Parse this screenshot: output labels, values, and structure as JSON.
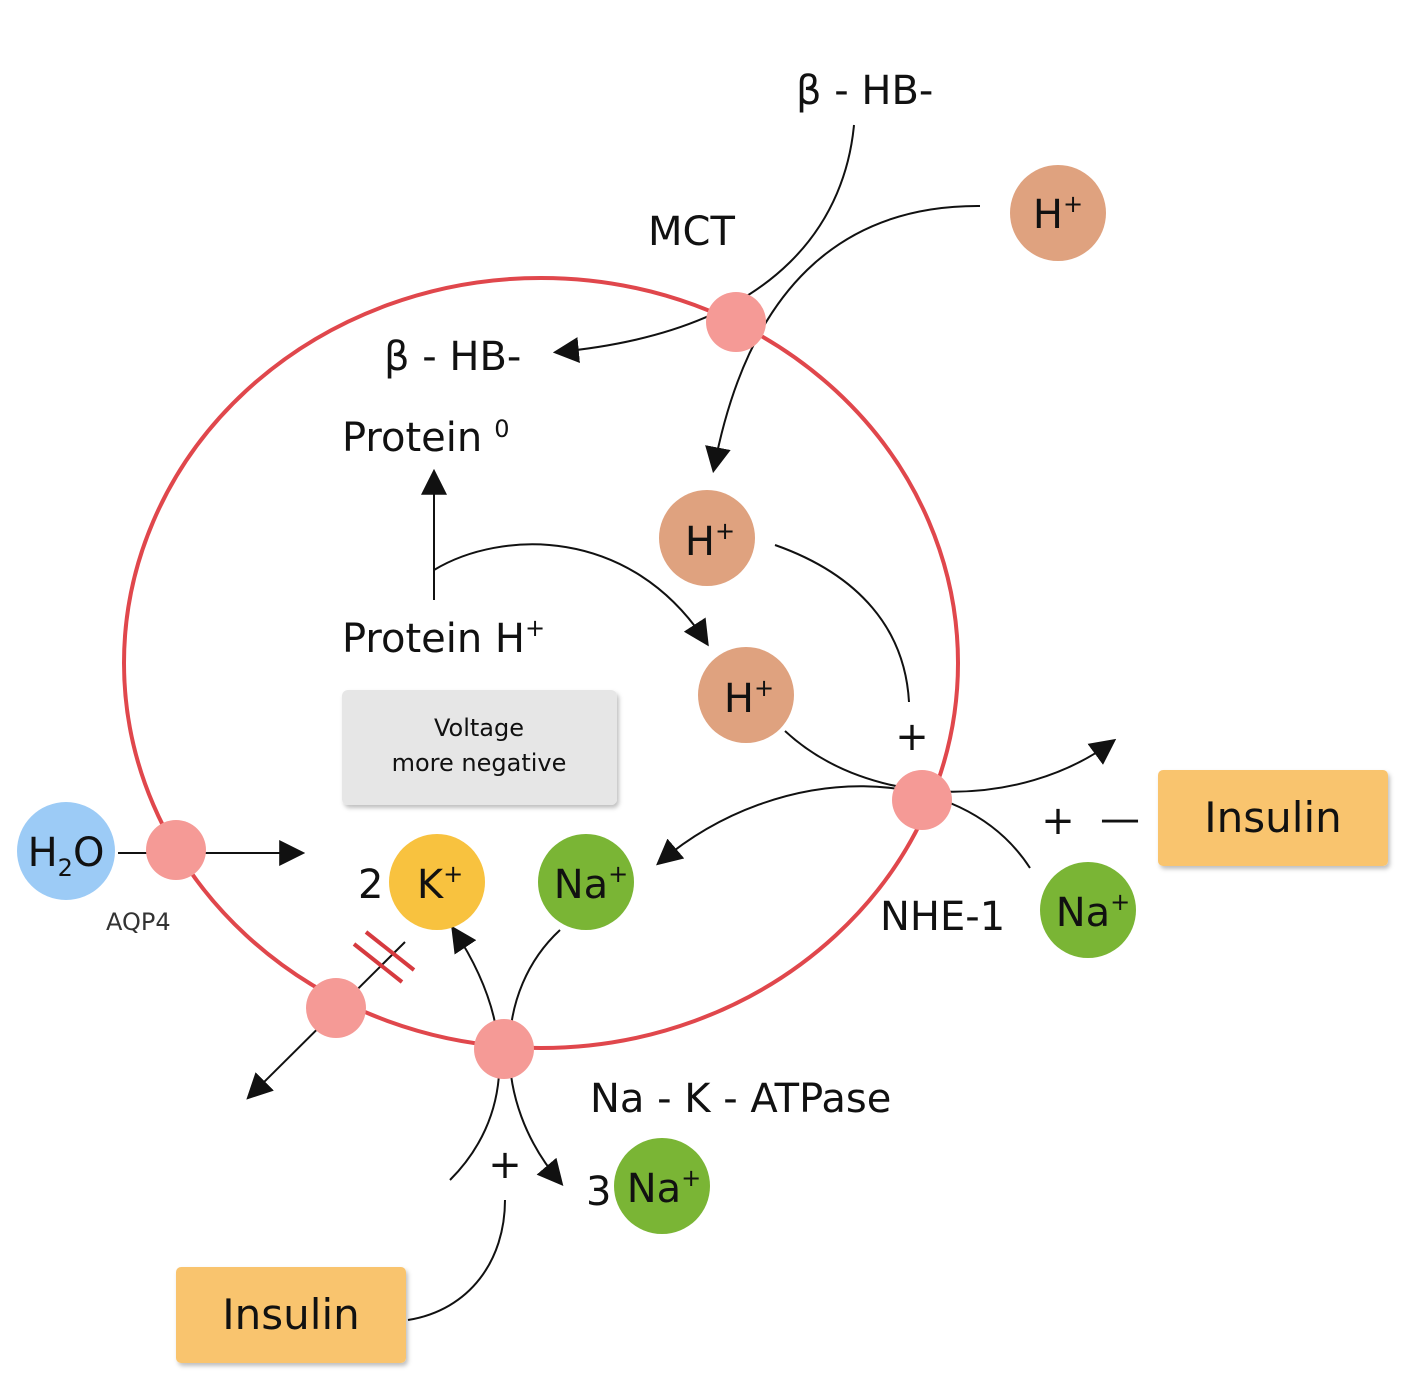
{
  "labels": {
    "bhb_outside": "β - HB-",
    "bhb_inside": "β - HB-",
    "mct": "MCT",
    "protein_zero": "Protein",
    "protein_zero_sup": "0",
    "protein_h": "Protein H",
    "protein_h_sup": "+",
    "voltage_line1": "Voltage",
    "voltage_line2": "more negative",
    "aqp4": "AQP4",
    "nhe1": "NHE-1",
    "nak_atpase": "Na - K - ATPase",
    "coef_k": "2",
    "coef_na": "3",
    "plus_nhe": "+",
    "plus_insulin_right": "+",
    "minus_insulin_right": "—",
    "plus_insulin_bottom": "+",
    "insulin_right": "Insulin",
    "insulin_bottom": "Insulin"
  },
  "ions": {
    "h_out": {
      "base": "H",
      "sup": "+"
    },
    "h_in1": {
      "base": "H",
      "sup": "+"
    },
    "h_in2": {
      "base": "H",
      "sup": "+"
    },
    "water": {
      "base": "H",
      "sub": "2",
      "tail": "O"
    },
    "k": {
      "base": "K",
      "sup": "+"
    },
    "na_in": {
      "base": "Na",
      "sup": "+"
    },
    "na_out": {
      "base": "Na",
      "sup": "+"
    },
    "na_3": {
      "base": "Na",
      "sup": "+"
    }
  },
  "colors": {
    "membrane": "#e0474c",
    "channel": "#f59a96",
    "proton": "#dfa27f",
    "sodium": "#7ab535",
    "potassium": "#f8c23f",
    "water": "#9ccbf6",
    "insulin": "#f9c46e",
    "voltage_box": "#e6e6e6"
  }
}
